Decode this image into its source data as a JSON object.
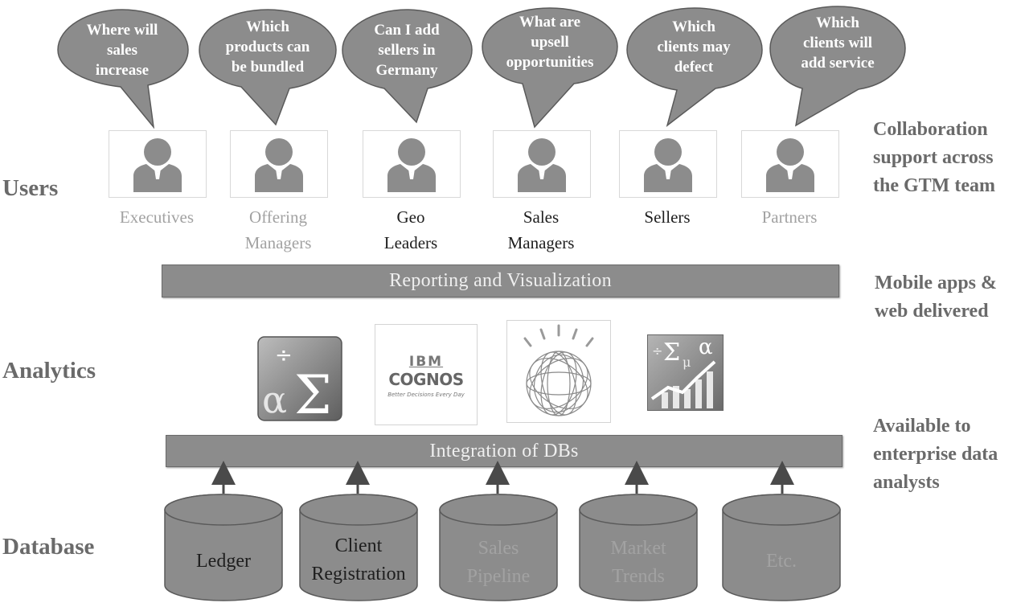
{
  "row_labels": {
    "users": "Users",
    "analytics": "Analytics",
    "database": "Database"
  },
  "right_notes": {
    "collaboration": [
      "Collaboration",
      "support across",
      "the GTM team"
    ],
    "mobile": [
      "Mobile apps &",
      "web delivered"
    ],
    "available": [
      "Available to",
      "enterprise data",
      "analysts"
    ]
  },
  "questions": [
    [
      "Where will",
      "sales",
      "increase"
    ],
    [
      "Which",
      "products can",
      "be bundled"
    ],
    [
      "Can I add",
      "sellers in",
      "Germany"
    ],
    [
      "What are",
      "upsell",
      "opportunities"
    ],
    [
      "Which",
      "clients may",
      "defect"
    ],
    [
      "Which",
      "clients will",
      "add service"
    ]
  ],
  "users": [
    {
      "name": [
        "Executives"
      ],
      "dim": true
    },
    {
      "name": [
        "Offering",
        "Managers"
      ],
      "dim": true
    },
    {
      "name": [
        "Geo",
        "Leaders"
      ],
      "dim": false
    },
    {
      "name": [
        "Sales",
        "Managers"
      ],
      "dim": false
    },
    {
      "name": [
        "Sellers"
      ],
      "dim": false
    },
    {
      "name": [
        "Partners"
      ],
      "dim": true
    }
  ],
  "bars": {
    "reporting": "Reporting and Visualization",
    "integration": "Integration of DBs"
  },
  "analytics_logos": {
    "math_symbols_1": "÷ α Σ",
    "cognos": {
      "ibm": "IBM",
      "name": "COGNOS",
      "tagline": "Better Decisions Every Day"
    },
    "math_symbols_2": "÷ Σ μ α"
  },
  "databases": [
    {
      "name": [
        "Ledger"
      ],
      "dim": false
    },
    {
      "name": [
        "Client",
        "Registration"
      ],
      "dim": false
    },
    {
      "name": [
        "Sales",
        "Pipeline"
      ],
      "dim": true
    },
    {
      "name": [
        "Market",
        "Trends"
      ],
      "dim": true
    },
    {
      "name": [
        "Etc."
      ],
      "dim": true
    }
  ],
  "colors": {
    "shape_fill": "#8c8c8c",
    "shape_stroke": "#5a5a5a",
    "text_dark": "#1e1e1e",
    "text_dim": "#a2a2a2"
  }
}
